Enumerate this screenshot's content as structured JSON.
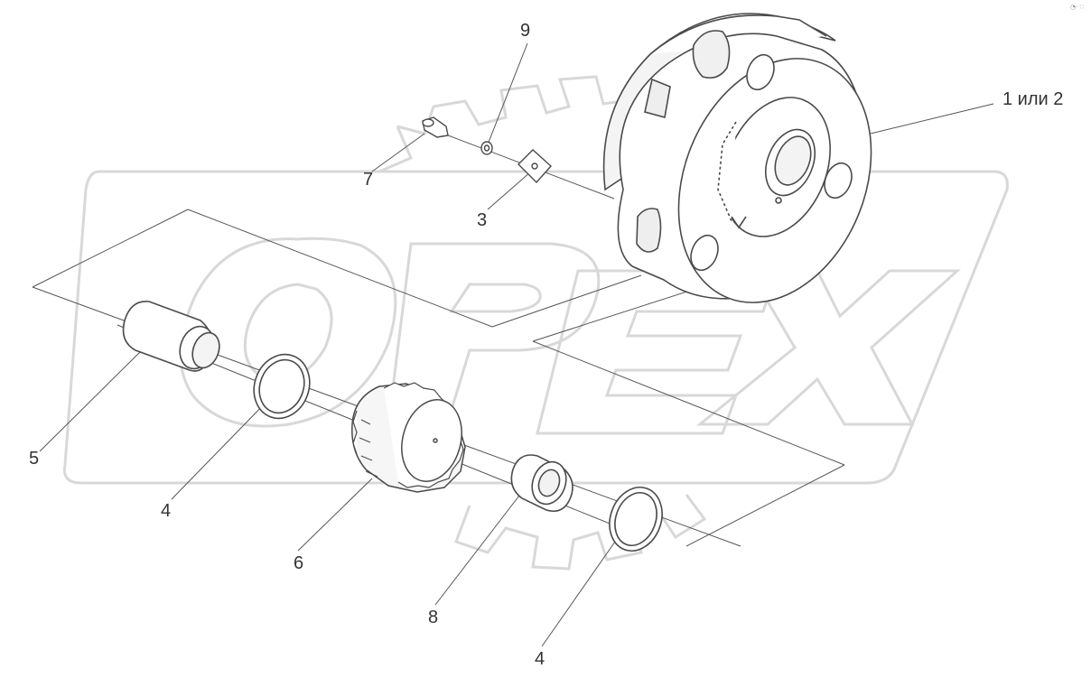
{
  "watermark": {
    "text": "OPEX",
    "color": "#d6d6d6"
  },
  "corner_mark": "◔· ∷",
  "callouts": [
    {
      "id": "label-1-or-2",
      "text": "1 или 2"
    },
    {
      "id": "label-3",
      "text": "3"
    },
    {
      "id": "label-4-left",
      "text": "4"
    },
    {
      "id": "label-4-bottom",
      "text": "4"
    },
    {
      "id": "label-5",
      "text": "5"
    },
    {
      "id": "label-6",
      "text": "6"
    },
    {
      "id": "label-7",
      "text": "7"
    },
    {
      "id": "label-8",
      "text": "8"
    },
    {
      "id": "label-9",
      "text": "9"
    }
  ],
  "colors": {
    "line": "#555555",
    "part_stroke": "#4a4a4a",
    "part_fill": "#ffffff",
    "shade": "#e9e9e9"
  }
}
